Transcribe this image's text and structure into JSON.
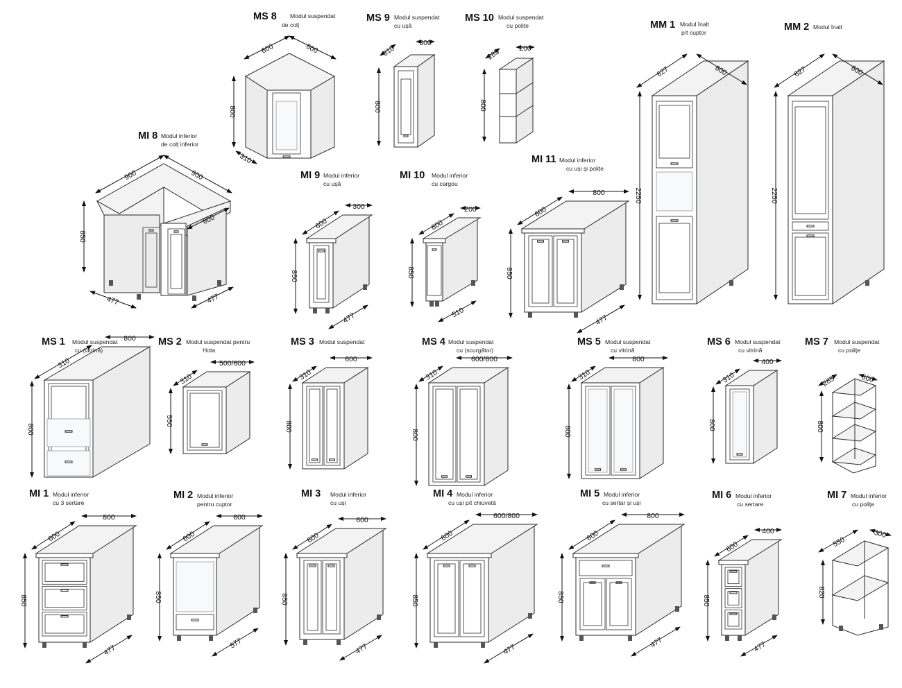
{
  "modules": [
    {
      "id": "ms8",
      "code": "MS 8",
      "desc": [
        "Modul suspendat",
        "de colț"
      ],
      "dims": {
        "w": "600",
        "d": "600",
        "h": "800",
        "x": "310"
      },
      "kind": "corner-wall"
    },
    {
      "id": "ms9",
      "code": "MS 9",
      "desc": [
        "Modul suspendat",
        "cu ușă"
      ],
      "dims": {
        "d": "310",
        "w": "300",
        "h": "800"
      },
      "kind": "wall-1door"
    },
    {
      "id": "ms10",
      "code": "MS 10",
      "desc": [
        "Modul suspendat",
        "cu polițe"
      ],
      "dims": {
        "d": "285",
        "w": "200",
        "h": "800"
      },
      "kind": "wall-open"
    },
    {
      "id": "mm1",
      "code": "MM 1",
      "desc": [
        "Modul înalt",
        "p/t cuptor"
      ],
      "dims": {
        "d": "627",
        "w": "600",
        "h": "2250"
      },
      "kind": "tall-oven"
    },
    {
      "id": "mm2",
      "code": "MM 2",
      "desc": [
        "Modul înalt"
      ],
      "dims": {
        "d": "627",
        "w": "600",
        "h": "2250"
      },
      "kind": "tall"
    },
    {
      "id": "mi8",
      "code": "MI 8",
      "desc": [
        "Modul inferior",
        "de colț inferior"
      ],
      "dims": {
        "w": "900",
        "w2": "900",
        "h": "850",
        "d": "600",
        "a": "477",
        "b": "477"
      },
      "kind": "corner-base"
    },
    {
      "id": "mi9",
      "code": "MI 9",
      "desc": [
        "Modul inferior",
        "cu ușă"
      ],
      "dims": {
        "d": "600",
        "w": "300",
        "h": "850",
        "x": "477"
      },
      "kind": "base-1door"
    },
    {
      "id": "mi10",
      "code": "MI 10",
      "desc": [
        "Modul inferior",
        "cu cargou"
      ],
      "dims": {
        "d": "600",
        "w": "200",
        "h": "850",
        "x": "510"
      },
      "kind": "base-cargo"
    },
    {
      "id": "mi11",
      "code": "MI 11",
      "desc": [
        "Modul inferior",
        "cu uși și polițe"
      ],
      "dims": {
        "d": "600",
        "w": "800",
        "h": "850",
        "x": "477"
      },
      "kind": "base-2door"
    },
    {
      "id": "ms1",
      "code": "MS 1",
      "desc": [
        "Modul suspendat",
        "cu (vitrină)"
      ],
      "dims": {
        "d": "310",
        "w": "800",
        "h": "800"
      },
      "kind": "wall-flaps"
    },
    {
      "id": "ms2",
      "code": "MS 2",
      "desc": [
        "Modul suspendat pentru",
        "Hota"
      ],
      "dims": {
        "d": "310",
        "w": "500/600",
        "h": "550"
      },
      "kind": "wall-hood"
    },
    {
      "id": "ms3",
      "code": "MS 3",
      "desc": [
        "Modul suspendat"
      ],
      "dims": {
        "d": "310",
        "w": "600",
        "h": "800"
      },
      "kind": "wall-2door"
    },
    {
      "id": "ms4",
      "code": "MS 4",
      "desc": [
        "Modul suspendat",
        "cu (scurgător)"
      ],
      "dims": {
        "d": "310",
        "w": "600/800",
        "h": "800"
      },
      "kind": "wall-2door"
    },
    {
      "id": "ms5",
      "code": "MS 5",
      "desc": [
        "Modul suspendat",
        "cu vitrină"
      ],
      "dims": {
        "d": "310",
        "w": "800",
        "h": "800"
      },
      "kind": "wall-2glass"
    },
    {
      "id": "ms6",
      "code": "MS 6",
      "desc": [
        "Modul suspendat",
        "cu vitrină"
      ],
      "dims": {
        "d": "310",
        "w": "400",
        "h": "800"
      },
      "kind": "wall-1glass"
    },
    {
      "id": "ms7",
      "code": "MS 7",
      "desc": [
        "Modul suspendat",
        "cu polițe"
      ],
      "dims": {
        "d": "285",
        "w": "300",
        "h": "800"
      },
      "kind": "wall-end-shelf"
    },
    {
      "id": "mi1",
      "code": "MI 1",
      "desc": [
        "Modul inferior",
        "cu 3 sertare"
      ],
      "dims": {
        "d": "600",
        "w": "800",
        "h": "850",
        "x": "477"
      },
      "kind": "base-3drawer"
    },
    {
      "id": "mi2",
      "code": "MI 2",
      "desc": [
        "Modul inferior",
        "pentru cuptor"
      ],
      "dims": {
        "d": "600",
        "w": "600",
        "h": "850",
        "x": "577"
      },
      "kind": "base-oven"
    },
    {
      "id": "mi3",
      "code": "MI 3",
      "desc": [
        "Modul inferior",
        "cu uși"
      ],
      "dims": {
        "d": "600",
        "w": "600",
        "h": "850",
        "x": "477"
      },
      "kind": "base-2door"
    },
    {
      "id": "mi4",
      "code": "MI 4",
      "desc": [
        "Modul inferior",
        "cu uși p/t chiuvetă"
      ],
      "dims": {
        "d": "600",
        "w": "600/800",
        "h": "850",
        "x": "477"
      },
      "kind": "base-2door"
    },
    {
      "id": "mi5",
      "code": "MI 5",
      "desc": [
        "Modul inferior",
        "cu sertar și uși"
      ],
      "dims": {
        "d": "600",
        "w": "800",
        "h": "850",
        "x": "477"
      },
      "kind": "base-drawer-doors"
    },
    {
      "id": "mi6",
      "code": "MI 6",
      "desc": [
        "Modul inferior",
        "cu sertare"
      ],
      "dims": {
        "d": "600",
        "w": "400",
        "h": "850",
        "x": "477"
      },
      "kind": "base-drawers"
    },
    {
      "id": "mi7",
      "code": "MI 7",
      "desc": [
        "Modul inferior",
        "cu polițe"
      ],
      "dims": {
        "d": "550",
        "w": "300",
        "h": "820"
      },
      "kind": "base-end-shelf"
    }
  ]
}
